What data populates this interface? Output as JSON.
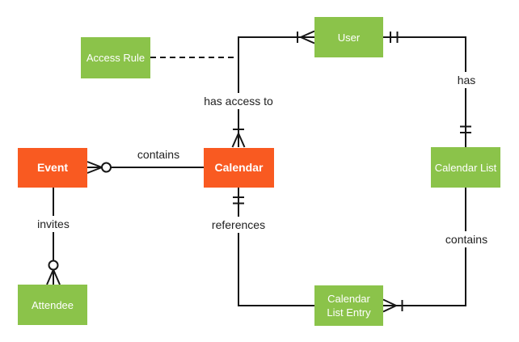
{
  "diagram": {
    "type": "entity-relationship",
    "notation": "crows-foot",
    "background": "#ffffff"
  },
  "colors": {
    "entity_orange": "#F95A21",
    "entity_green": "#8BC34A",
    "entity_text": "#ffffff",
    "line": "#161616",
    "label_text": "#212121"
  },
  "entities": {
    "access_rule": {
      "label": "Access Rule",
      "color": "green"
    },
    "user": {
      "label": "User",
      "color": "green"
    },
    "event": {
      "label": "Event",
      "color": "orange"
    },
    "calendar": {
      "label": "Calendar",
      "color": "orange"
    },
    "calendar_list": {
      "label": "Calendar List",
      "color": "green"
    },
    "attendee": {
      "label": "Attendee",
      "color": "green"
    },
    "calendar_list_entry": {
      "label": "Calendar List Entry",
      "color": "green"
    }
  },
  "relationships": {
    "event_contains_calendar": {
      "label": "contains",
      "from": "calendar",
      "to": "event",
      "to_marker": "zero-or-many",
      "from_marker": "none",
      "style": "solid"
    },
    "event_invites_attendee": {
      "label": "invites",
      "from": "event",
      "to": "attendee",
      "to_marker": "zero-or-many",
      "from_marker": "none",
      "style": "solid"
    },
    "calendar_has_access_to_user": {
      "label": "has access to",
      "from": "calendar",
      "to": "user",
      "from_marker": "one-or-many",
      "to_marker": "one-or-many",
      "style": "solid"
    },
    "access_rule_link": {
      "label": "",
      "from": "access_rule",
      "to": "calendar_has_access_to_user",
      "from_marker": "none",
      "to_marker": "none",
      "style": "dashed"
    },
    "user_has_calendar_list": {
      "label": "has",
      "from": "user",
      "to": "calendar_list",
      "from_marker": "one-and-only-one",
      "to_marker": "one-and-only-one",
      "style": "solid"
    },
    "calendar_list_contains_entry": {
      "label": "contains",
      "from": "calendar_list",
      "to": "calendar_list_entry",
      "to_marker": "one-or-many",
      "from_marker": "none",
      "style": "solid"
    },
    "entry_references_calendar": {
      "label": "references",
      "from": "calendar",
      "to": "calendar_list_entry",
      "from_marker": "one-and-only-one",
      "to_marker": "none",
      "style": "solid"
    }
  }
}
